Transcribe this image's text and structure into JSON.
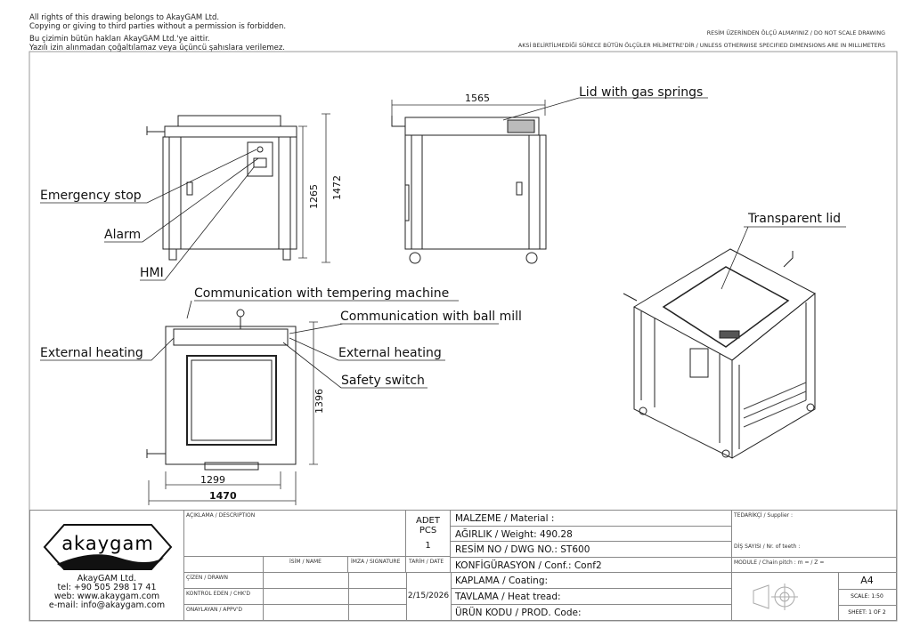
{
  "notes": {
    "rights_en_1": "All rights of this drawing belongs to AkayGAM Ltd.",
    "rights_en_2": "Copying or giving to third parties without a permission is forbidden.",
    "rights_tr_1": "Bu çizimin bütün hakları AkayGAM Ltd.'ye aittir.",
    "rights_tr_2": "Yazılı izin alınmadan çoğaltılamaz veya üçüncü şahıslara verilemez.",
    "no_scale": "RESİM ÜZERİNDEN ÖLÇÜ ALMAYINIZ / DO NOT SCALE DRAWING",
    "units": "AKSİ BELİRTİLMEDİĞİ SÜRECE BÜTÜN ÖLÇÜLER MİLİMETRE'DİR / UNLESS OTHERWISE SPECIFIED DIMENSIONS ARE IN MILLIMETERS"
  },
  "callouts": {
    "lid_gas_springs": "Lid with gas springs",
    "emergency_stop": "Emergency stop",
    "alarm": "Alarm",
    "hmi": "HMI",
    "transparent_lid": "Transparent lid",
    "comm_tempering": "Communication with tempering machine",
    "comm_ball_mill": "Communication with ball mill",
    "external_heating_left": "External heating",
    "external_heating_right": "External heating",
    "safety_switch": "Safety switch"
  },
  "dimensions": {
    "side_width": "1565",
    "front_height": "1265",
    "front_total_height": "1472",
    "top_depth": "1396",
    "top_inner_width": "1299",
    "top_width": "1470"
  },
  "title_block": {
    "logo_text": "akaygam",
    "company": "AkayGAM Ltd.",
    "tel": "tel: +90 505 298 17 41",
    "web": "web: www.akaygam.com",
    "email": "e-mail: info@akaygam.com",
    "description_label": "AÇIKLAMA / DESCRIPTION",
    "adet_label": "ADET",
    "pcs_label": "PCS",
    "pcs_value": "1",
    "name_label": "İSİM / NAME",
    "signature_label": "İMZA / SIGNATURE",
    "date_label": "TARİH / DATE",
    "drawn_label": "ÇİZEN / DRAWN",
    "checked_label": "KONTROL EDEN / CHK'D",
    "approved_label": "ONAYLAYAN / APPV'D",
    "date_value": "2/15/2026",
    "material": "MALZEME / Material :",
    "weight": "AĞIRLIK / Weight: 490.28",
    "dwg_no": "RESİM NO / DWG NO.: ST600",
    "config": "KONFİGÜRASYON / Conf.:  Conf2",
    "coating": "KAPLAMA / Coating:",
    "heat_tread": "TAVLAMA / Heat tread:",
    "prod_code": "ÜRÜN KODU / PROD. Code:",
    "supplier": "TEDARİKÇİ / Supplier :",
    "teeth": "DİŞ SAYISI / Nr. of teeth :",
    "module": "MODULE / Chain pitch :  m =   / Z =",
    "paper": "A4",
    "scale": "SCALE: 1:50",
    "sheet": "SHEET: 1 OF 2"
  }
}
